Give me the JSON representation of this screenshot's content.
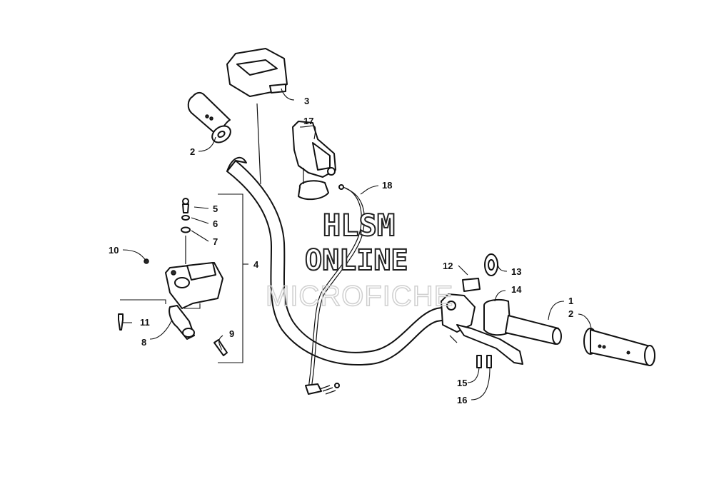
{
  "watermark": {
    "line1": "HLSM",
    "line2": "ONLINE",
    "line3": "MICROFICHE"
  },
  "callouts": [
    {
      "id": "c1",
      "label": "1"
    },
    {
      "id": "c2a",
      "label": "2"
    },
    {
      "id": "c2b",
      "label": "2"
    },
    {
      "id": "c3",
      "label": "3"
    },
    {
      "id": "c4",
      "label": "4"
    },
    {
      "id": "c5",
      "label": "5"
    },
    {
      "id": "c6",
      "label": "6"
    },
    {
      "id": "c7",
      "label": "7"
    },
    {
      "id": "c8",
      "label": "8"
    },
    {
      "id": "c9",
      "label": "9"
    },
    {
      "id": "c10",
      "label": "10"
    },
    {
      "id": "c11",
      "label": "11"
    },
    {
      "id": "c12",
      "label": "12"
    },
    {
      "id": "c13",
      "label": "13"
    },
    {
      "id": "c14",
      "label": "14"
    },
    {
      "id": "c15",
      "label": "15"
    },
    {
      "id": "c16",
      "label": "16"
    },
    {
      "id": "c17",
      "label": "17"
    },
    {
      "id": "c18",
      "label": "18"
    }
  ]
}
